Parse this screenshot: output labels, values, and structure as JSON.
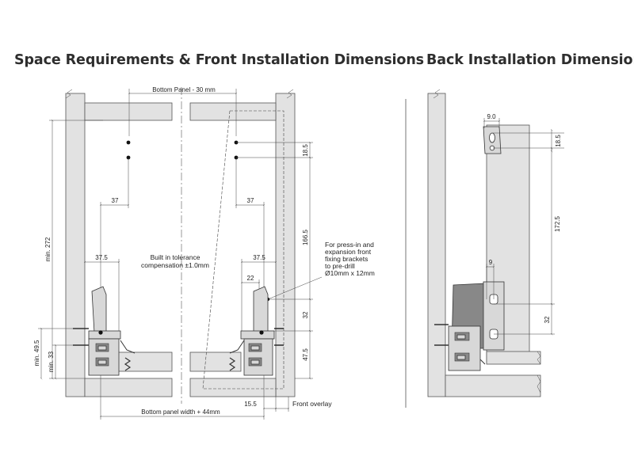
{
  "headings": {
    "front": "Space Requirements & Front Installation Dimensions",
    "back": "Back Installation Dimensions"
  },
  "front_view": {
    "bottom_panel_label": "Bottom Panel - 30 mm",
    "dim_37_left": "37",
    "dim_37_right": "37",
    "dim_37_5_left": "37.5",
    "dim_37_5_right": "37.5",
    "dim_22": "22",
    "tolerance_note_line1": "Built in tolerance",
    "tolerance_note_line2": "compensation ±1.0mm",
    "dim_min_272": "min. 272",
    "dim_min_49_5": "min. 49.5",
    "dim_min_33": "min. 33",
    "dim_18_5": "18.5",
    "dim_166_5": "166.5",
    "dim_32": "32",
    "dim_47_5": "47.5",
    "drill_note": [
      "For press-in and",
      "expansion front",
      "fixing brackets",
      "to pre-drill",
      "Ø10mm x 12mm"
    ],
    "dim_15_5": "15.5",
    "front_overlay_label": "Front overlay",
    "bottom_width_label": "Bottom panel width + 44mm"
  },
  "back_view": {
    "dim_9_0": "9.0",
    "dim_18_5": "18.5",
    "dim_172_5": "172.5",
    "dim_9": "9",
    "dim_32": "32"
  }
}
